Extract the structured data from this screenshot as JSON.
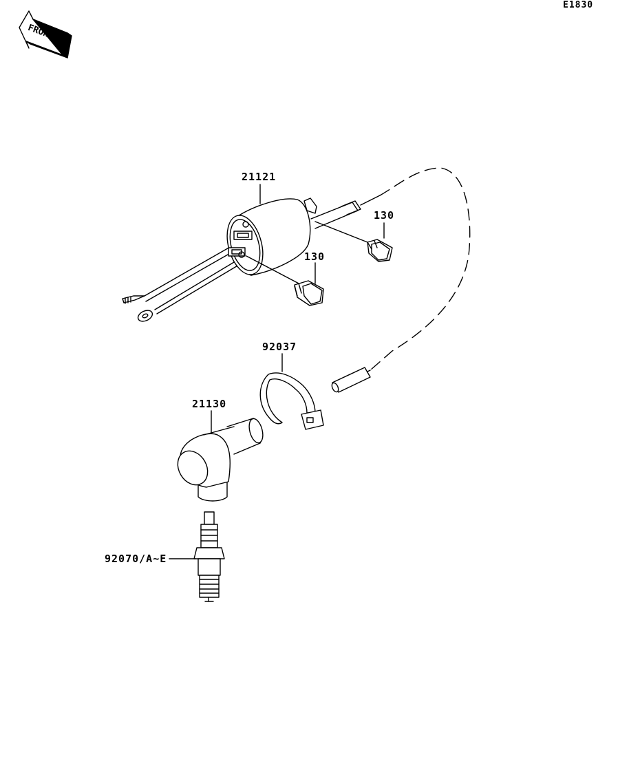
{
  "diagram_code": "E1830",
  "front_label": "FRONT",
  "parts": {
    "ignition_coil": "21121",
    "bolt_a": "130",
    "bolt_b": "130",
    "clamp": "92037",
    "plug_cap": "21130",
    "spark_plug": "92070/A~E"
  }
}
